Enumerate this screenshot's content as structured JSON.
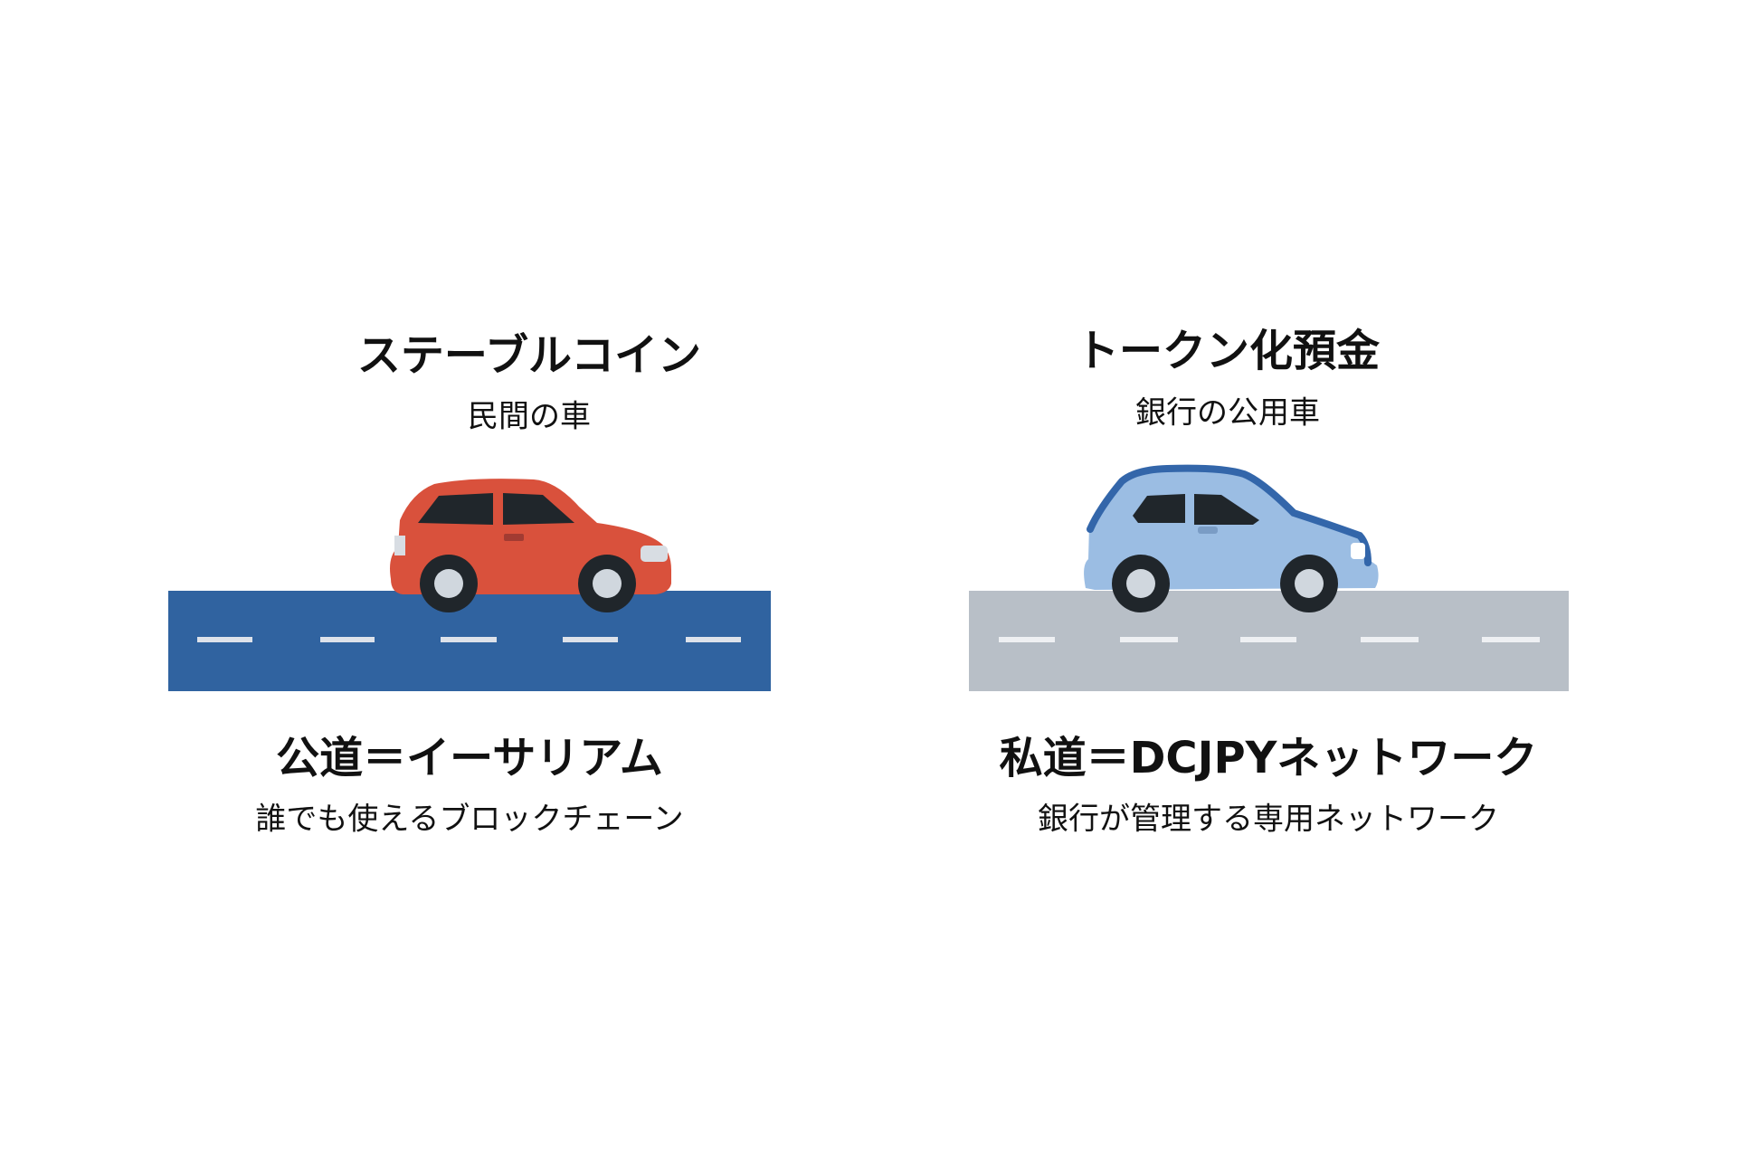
{
  "left": {
    "vehicle_title": "ステーブルコイン",
    "vehicle_subtitle": "民間の車",
    "road_title": "公道＝イーサリアム",
    "road_subtitle": "誰でも使えるブロックチェーン",
    "car_color": "#d9513c",
    "road_color": "#3063a0"
  },
  "right": {
    "vehicle_title": "トークン化預金",
    "vehicle_subtitle": "銀行の公用車",
    "road_title": "私道＝DCJPYネットワーク",
    "road_subtitle": "銀行が管理する専用ネットワーク",
    "car_color": "#9bbde3",
    "road_color": "#b8bfc7"
  }
}
